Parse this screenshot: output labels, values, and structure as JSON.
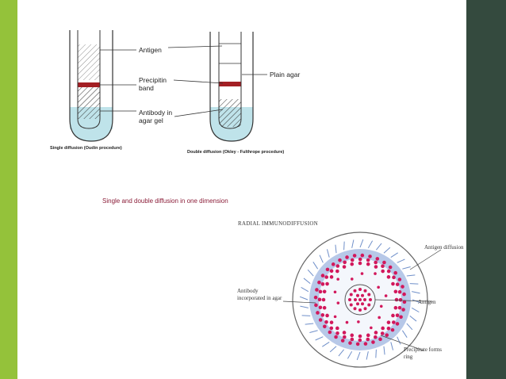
{
  "colors": {
    "left_bar": "#94c23a",
    "right_bar": "#344a3e",
    "caption": "#8b1d38",
    "precipitin_band": "#a31f24",
    "liquid": "#bfe3ea",
    "disk_fill": "#b7c8e8",
    "dots": "#d2185c"
  },
  "diagram": {
    "labels": {
      "antigen": "Antigen",
      "precipitin_band": "Precipitin band",
      "antibody_gel": "Antibody in agar gel",
      "plain_agar": "Plain agar"
    },
    "caption_single": "Single diffusion (Oudin procedure)",
    "caption_double": "Double diffusion (Okley - Fulthrope procedure)",
    "main_caption": "Single and double diffusion in one dimension"
  },
  "radial": {
    "title": "RADIAL IMMUNODIFFUSION",
    "labels": {
      "antigen_diffusion": "Antigen diffusion",
      "antigen": "Antigen",
      "antibody": "Antibody incorporated in agar",
      "precipitate": "Precipitate forms ring"
    }
  }
}
